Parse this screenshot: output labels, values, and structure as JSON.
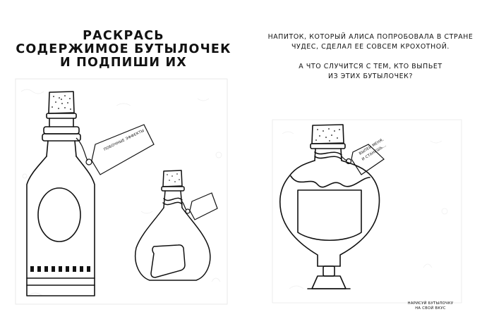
{
  "left_page": {
    "heading_lines": [
      "РАСКРАСЬ",
      "СОДЕРЖИМОЕ БУТЫЛОЧЕК",
      "И ПОДПИШИ ИХ"
    ],
    "tag_label": "ПОБОЧНЫЕ ЭФФЕКТЫ"
  },
  "right_page": {
    "paragraph1_lines": [
      "НАПИТОК, КОТОРЫЙ АЛИСА ПОПРОБОВАЛА В СТРАНЕ",
      "ЧУДЕС, СДЕЛАЛ ЕЕ СОВСЕМ КРОХОТНОЙ."
    ],
    "paragraph2_lines": [
      "А ЧТО СЛУЧИТСЯ С ТЕМ, КТО ВЫПЬЕТ",
      "ИЗ ЭТИХ БУТЫЛОЧЕК?"
    ],
    "tag_label_lines": [
      "ВЫПЕЙ МЕНЯ,",
      "И СТАНЕШЬ..."
    ],
    "caption_lines": [
      "НАРИСУЙ БУТЫЛОЧКУ",
      "НА СВОЙ ВКУС"
    ]
  }
}
